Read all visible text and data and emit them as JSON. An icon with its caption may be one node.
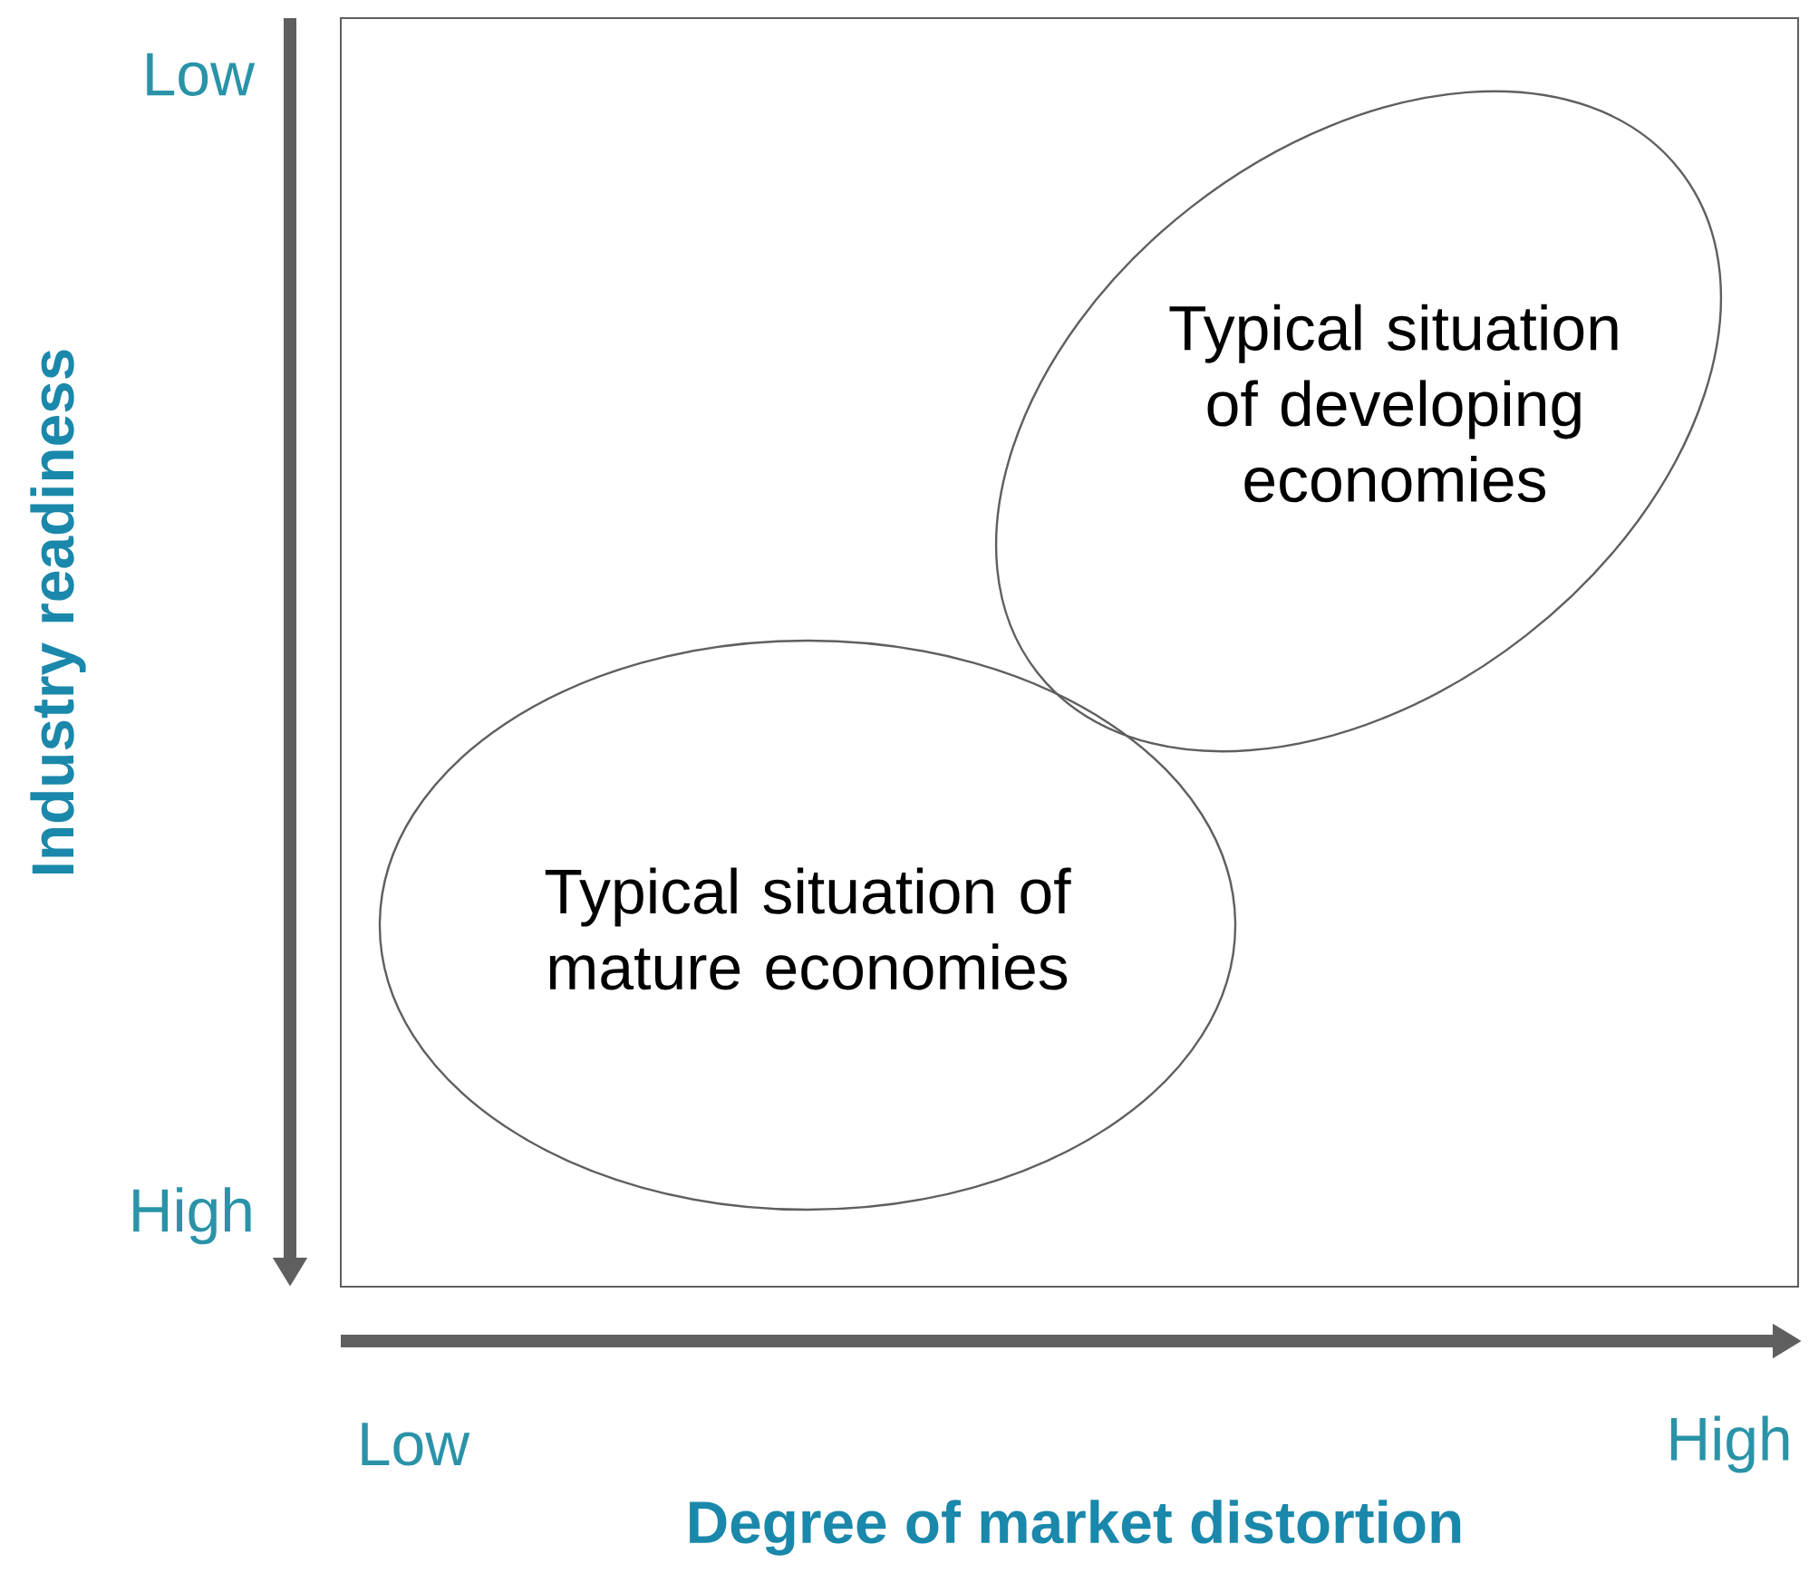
{
  "diagram": {
    "nodes": [
      {
        "text": [],
        "shape": "box"
      },
      {
        "text": [
          "Typical situation of developing economies"
        ],
        "in": 0
      },
      {
        "text": [
          "Typical situation of mature economies"
        ],
        "in": 0
      }
    ],
    "labels": [
      "Low",
      "Industry readiness",
      "High",
      "Low",
      "High",
      "Degree of market distortion"
    ]
  }
}
